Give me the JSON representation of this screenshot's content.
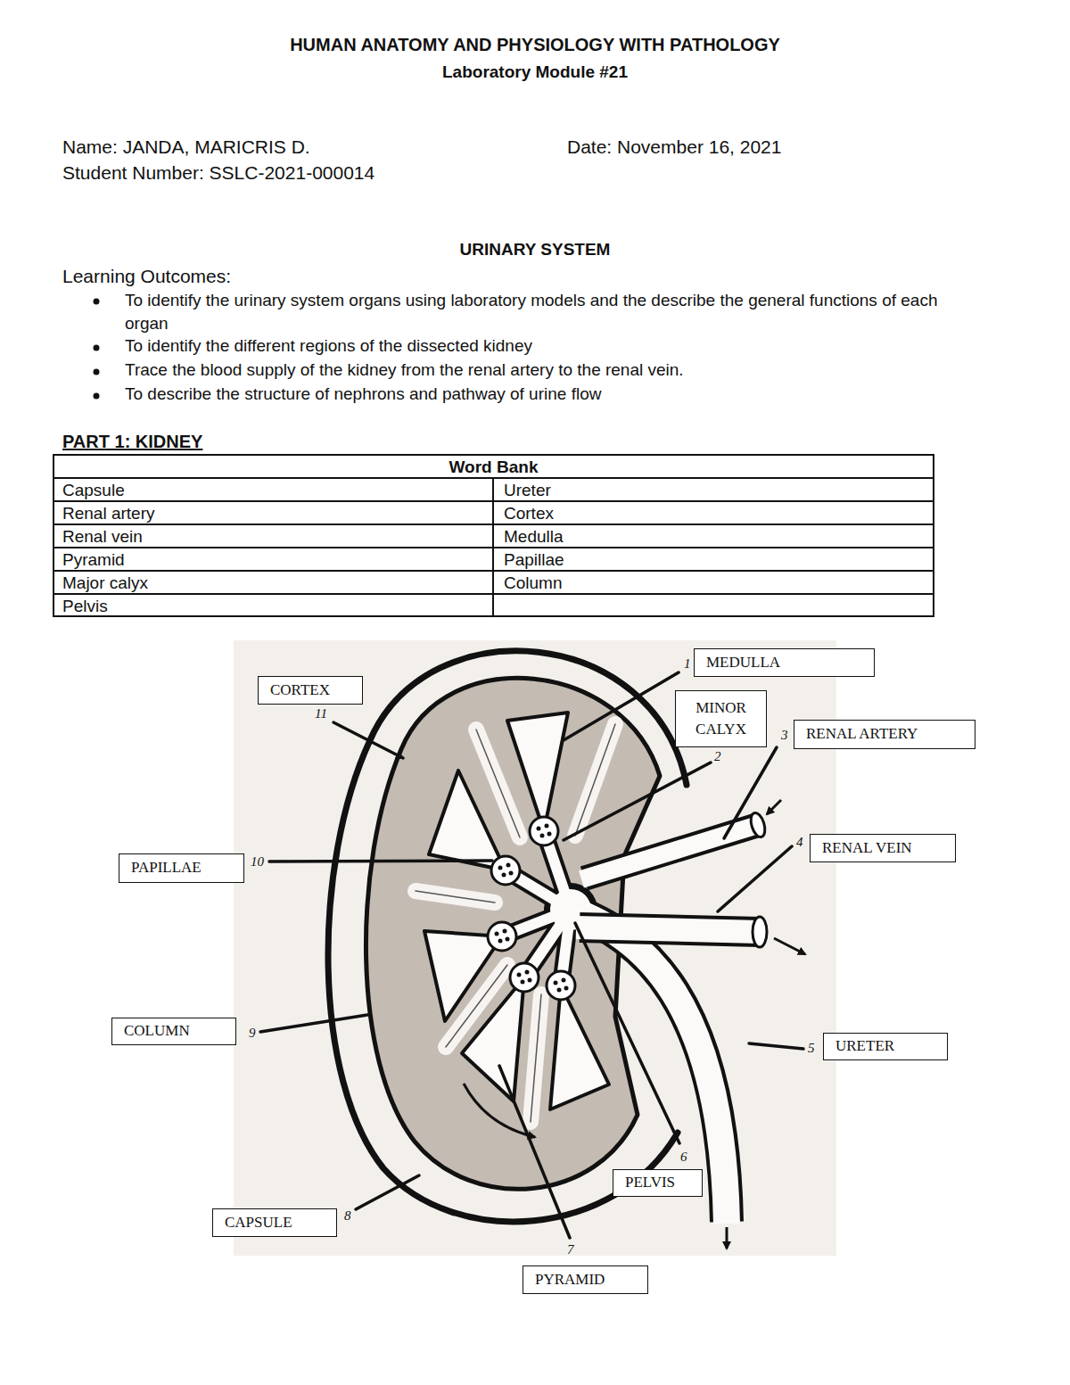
{
  "diagram": {
    "title": "HUMAN ANATOMY AND PHYSIOLOGY WITH PATHOLOGY",
    "nodes": [
      {
        "text": [
          "MEDULLA"
        ]
      },
      {
        "text": [
          "CORTEX"
        ]
      },
      {
        "text": [
          "MINOR CALYX"
        ]
      },
      {
        "text": [
          "RENAL ARTERY"
        ]
      },
      {
        "text": [
          "RENAL VEIN"
        ]
      },
      {
        "text": [
          "PAPILLAE"
        ]
      },
      {
        "text": [
          "COLUMN"
        ]
      },
      {
        "text": [
          "URETER"
        ]
      },
      {
        "text": [
          "PELVIS"
        ]
      },
      {
        "text": [
          "CAPSULE"
        ]
      },
      {
        "text": [
          "PYRAMID"
        ]
      }
    ],
    "labels": [
      "Laboratory Module #21",
      "Name: JANDA, MARICRIS D.",
      "Date: November 16, 2021",
      "Student Number: SSLC-2021-000014",
      "URINARY SYSTEM",
      "Learning Outcomes:",
      "To identify the urinary system organs using laboratory models and the describe the general functions of each organ",
      "To identify the different regions of the dissected kidney",
      "Trace the blood supply of the kidney from the renal artery to the renal vein.",
      "To describe the structure of nephrons and pathway of urine flow",
      "PART 1: KIDNEY",
      "Word Bank",
      "Capsule",
      "Ureter",
      "Renal artery",
      "Cortex",
      "Renal vein",
      "Medulla",
      "Pyramid",
      "Papillae",
      "Major calyx",
      "Column",
      "Pelvis",
      "1",
      "2",
      "3",
      "4",
      "5",
      "6",
      "7",
      "8",
      "9",
      "10",
      "11"
    ]
  }
}
